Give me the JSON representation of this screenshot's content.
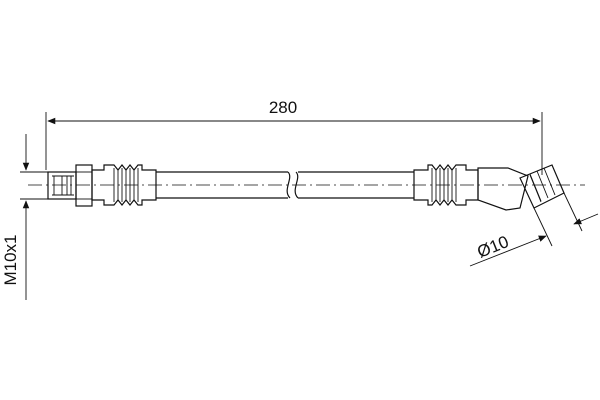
{
  "drawing": {
    "length_label": "280",
    "thread_label": "M10x1",
    "diameter_label": "Ø10"
  },
  "colors": {
    "line": "#111111",
    "background": "#ffffff"
  }
}
